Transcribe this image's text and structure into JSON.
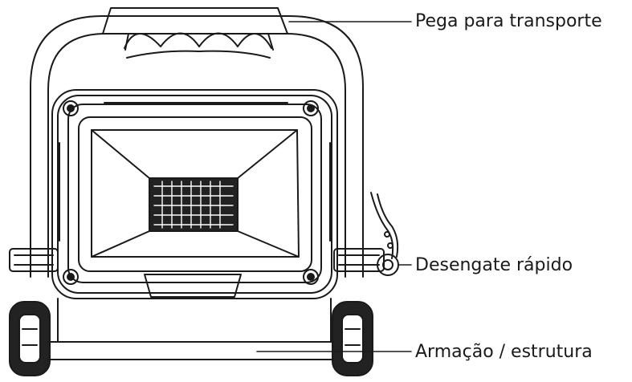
{
  "labels": {
    "carry_handle": "Pega para transporte",
    "quick_release": "Desengate rápido",
    "frame": "Armação / estrutura"
  },
  "colors": {
    "line": "#1a1a1a",
    "fill_dark": "#222222",
    "background": "#ffffff"
  }
}
